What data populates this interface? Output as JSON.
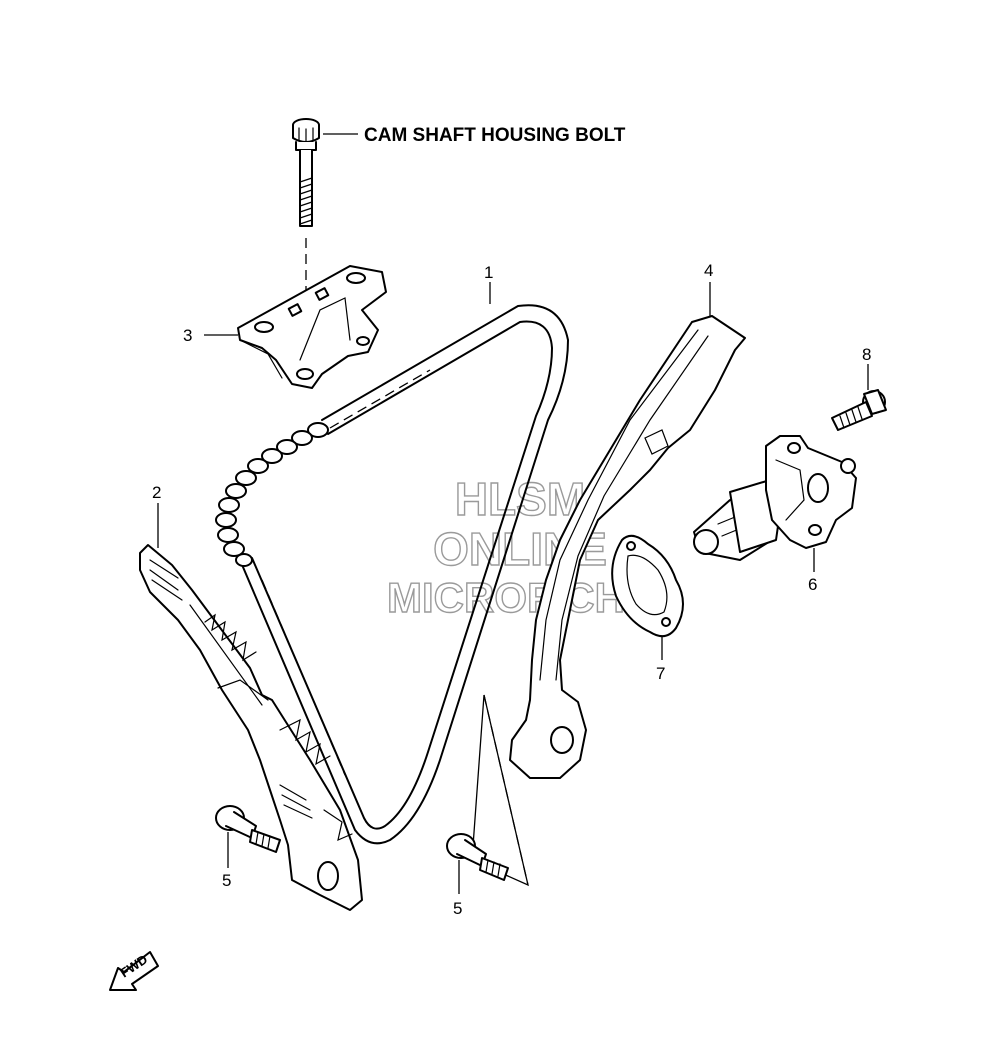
{
  "labels": {
    "cam_shaft_housing_bolt": "CAM SHAFT HOUSING BOLT",
    "fwd": "FWD"
  },
  "callouts": {
    "c1": "1",
    "c2": "2",
    "c3": "3",
    "c4": "4",
    "c5a": "5",
    "c5b": "5",
    "c6": "6",
    "c7": "7",
    "c8": "8"
  },
  "watermark": {
    "line1": "HLSM",
    "line2": "ONLINE",
    "line3": "MICROFICHE"
  }
}
